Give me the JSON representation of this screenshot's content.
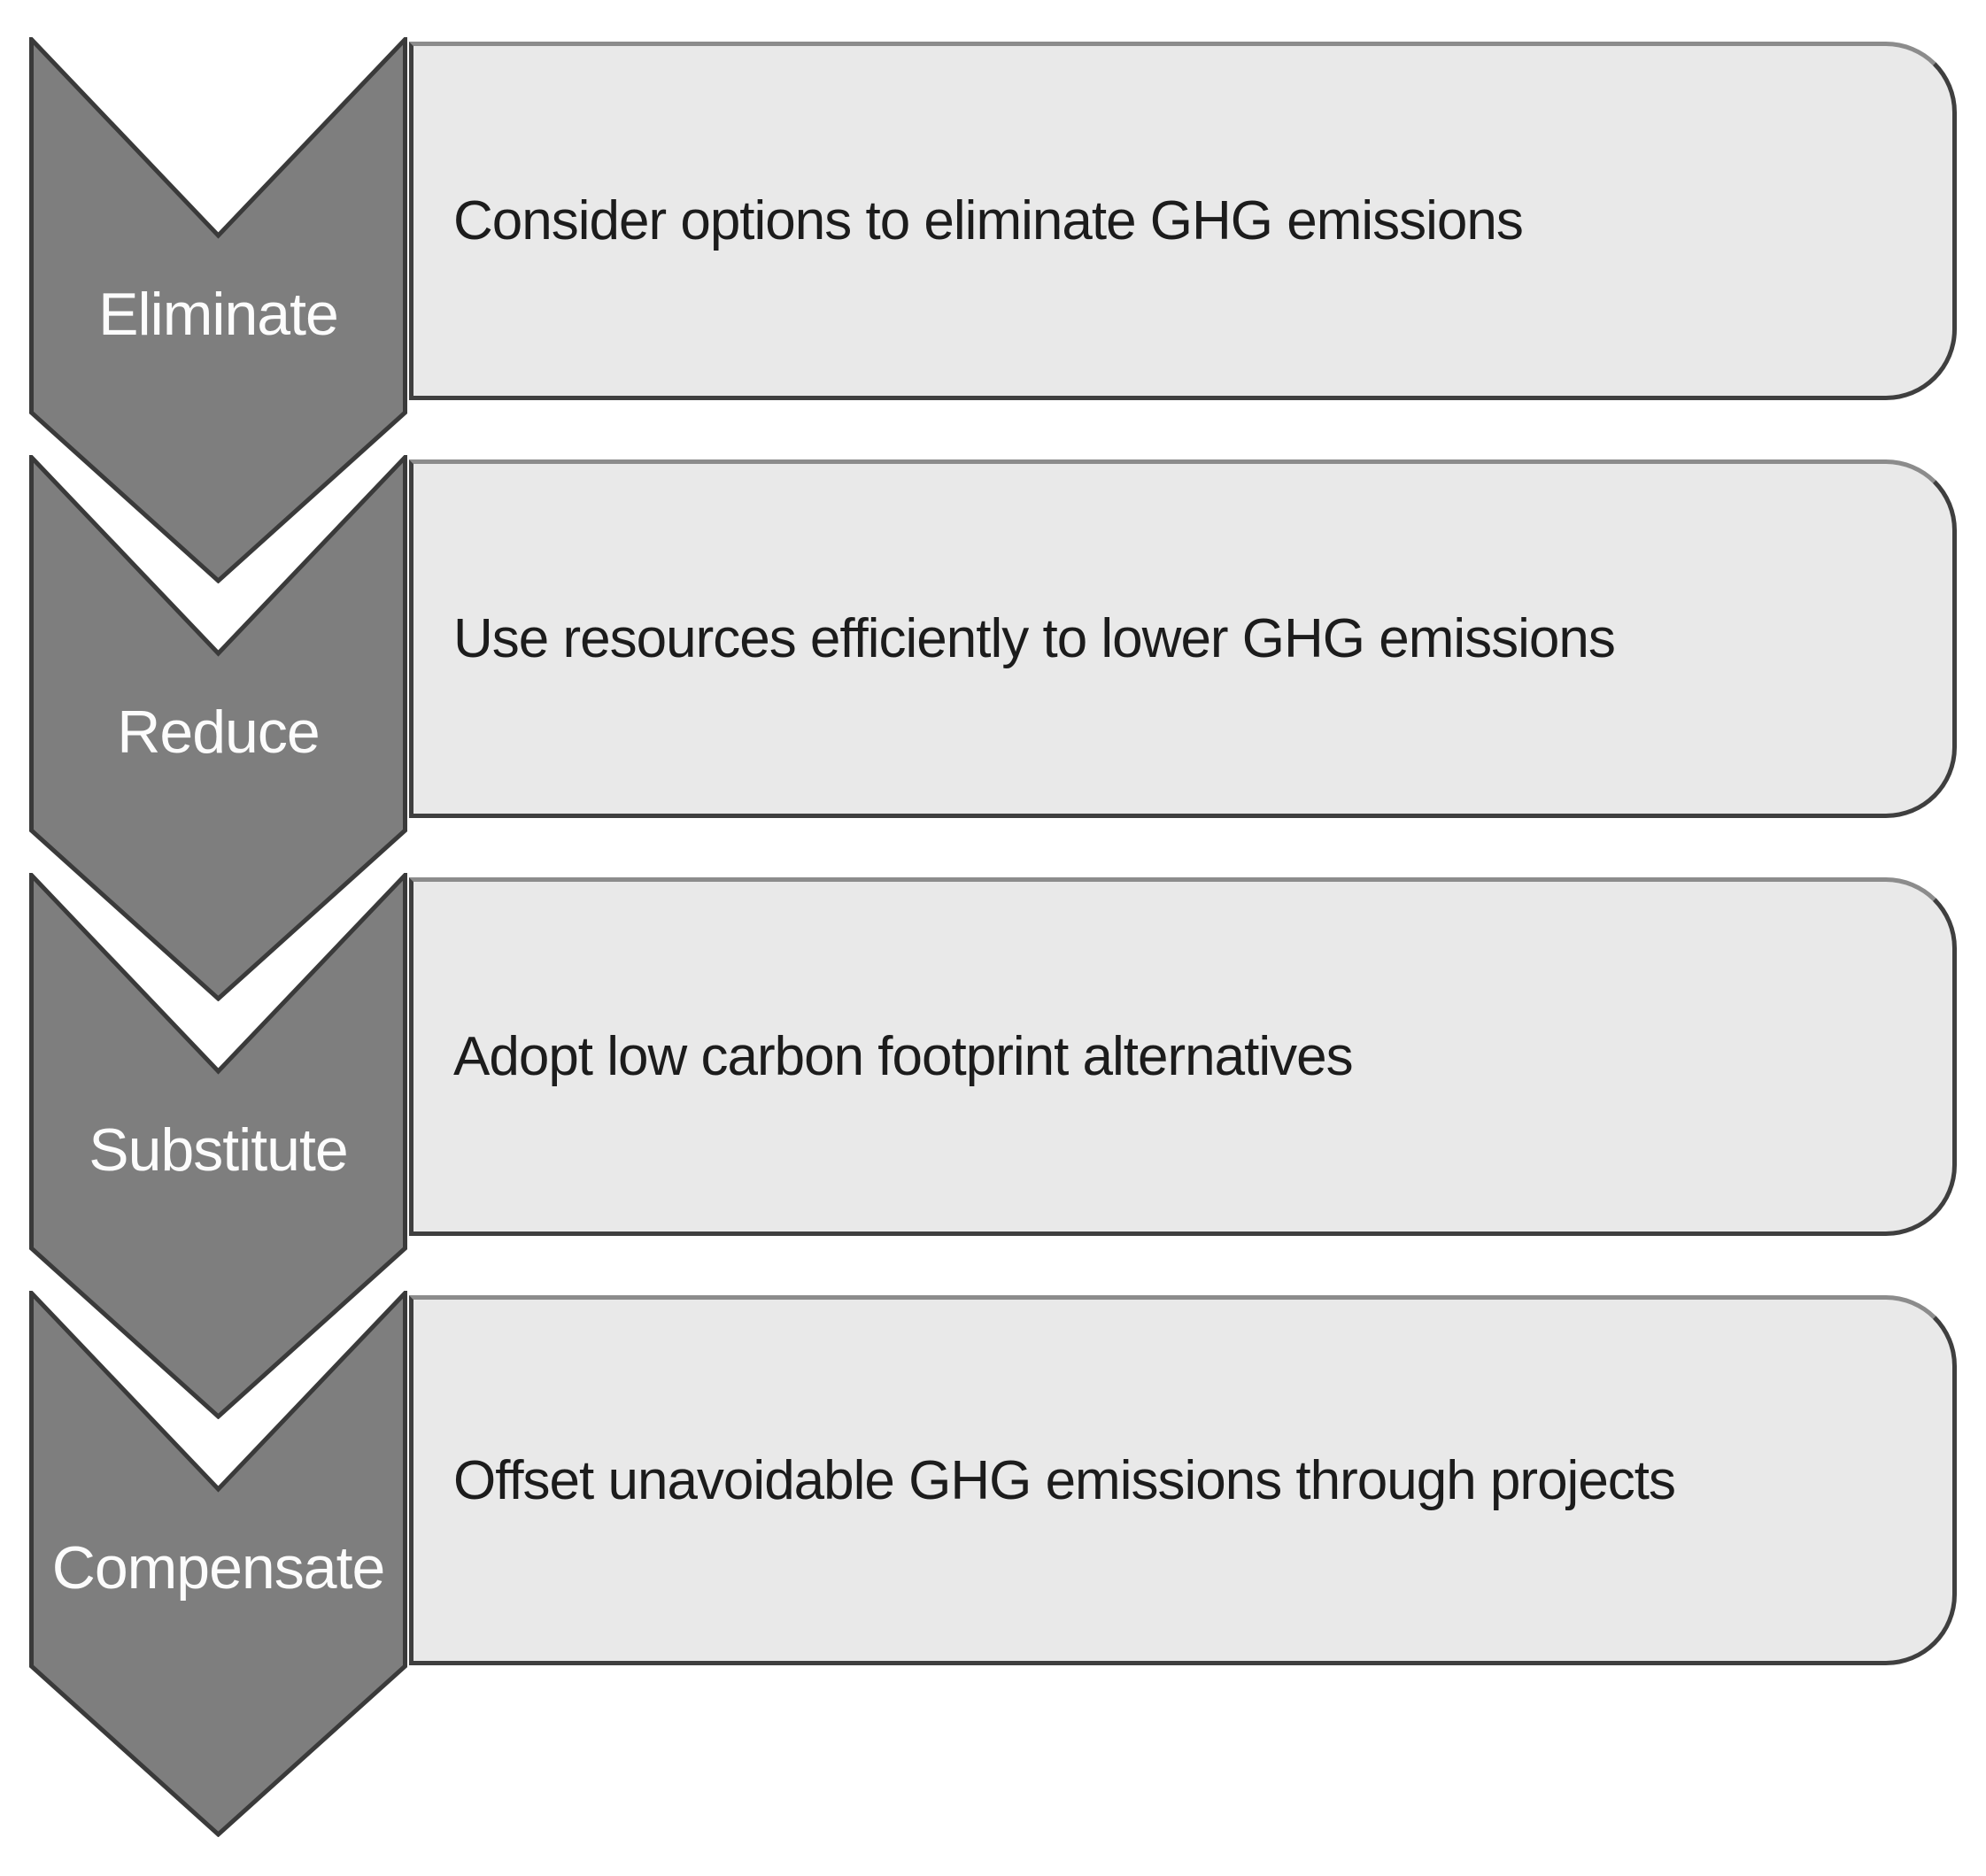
{
  "diagram": {
    "type": "vertical-chevron-list",
    "topic": "GHG emissions mitigation hierarchy"
  },
  "colors": {
    "chevron_fill": "#7e7e7e",
    "chevron_stroke": "#3a3a3a",
    "box_fill": "#e9e9e9",
    "box_border": "#3f3f3f",
    "box_border_top": "#8c8c8c",
    "label_color": "#fcfcfc",
    "text_color": "#1c1c1c",
    "background": "#ffffff"
  },
  "rows": [
    {
      "label": "Eliminate",
      "description": "Consider options to eliminate GHG emissions"
    },
    {
      "label": "Reduce",
      "description": "Use resources efficiently to lower GHG emissions"
    },
    {
      "label": "Substitute",
      "description": "Adopt low carbon footprint alternatives"
    },
    {
      "label": "Compensate",
      "description": "Offset unavoidable GHG emissions through projects"
    }
  ]
}
